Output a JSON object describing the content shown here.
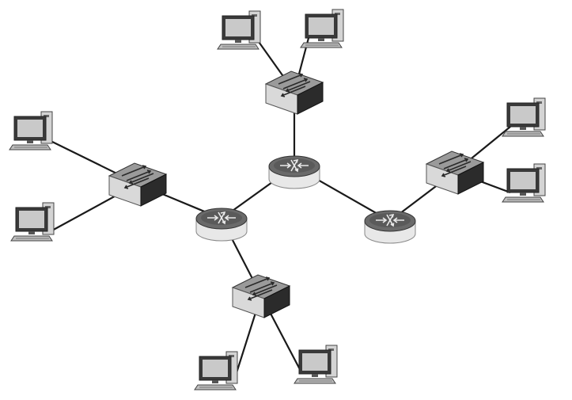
{
  "diagram": {
    "kind": "network topology",
    "nodes": [
      {
        "id": "router-core",
        "type": "router"
      },
      {
        "id": "router-left",
        "type": "router"
      },
      {
        "id": "router-right",
        "type": "router"
      },
      {
        "id": "switch-top",
        "type": "switch"
      },
      {
        "id": "switch-left",
        "type": "switch"
      },
      {
        "id": "switch-bottom",
        "type": "switch"
      },
      {
        "id": "switch-right",
        "type": "switch"
      },
      {
        "id": "pc-top-1",
        "type": "computer"
      },
      {
        "id": "pc-top-2",
        "type": "computer"
      },
      {
        "id": "pc-left-1",
        "type": "computer"
      },
      {
        "id": "pc-left-2",
        "type": "computer"
      },
      {
        "id": "pc-bottom-1",
        "type": "computer"
      },
      {
        "id": "pc-bottom-2",
        "type": "computer"
      },
      {
        "id": "pc-right-1",
        "type": "computer"
      },
      {
        "id": "pc-right-2",
        "type": "computer"
      }
    ],
    "links": [
      [
        "router-core",
        "switch-top"
      ],
      [
        "router-core",
        "router-left"
      ],
      [
        "router-core",
        "router-right"
      ],
      [
        "router-left",
        "switch-left"
      ],
      [
        "router-left",
        "switch-bottom"
      ],
      [
        "router-right",
        "switch-right"
      ],
      [
        "switch-top",
        "pc-top-1"
      ],
      [
        "switch-top",
        "pc-top-2"
      ],
      [
        "switch-left",
        "pc-left-1"
      ],
      [
        "switch-left",
        "pc-left-2"
      ],
      [
        "switch-bottom",
        "pc-bottom-1"
      ],
      [
        "switch-bottom",
        "pc-bottom-2"
      ],
      [
        "switch-right",
        "pc-right-1"
      ],
      [
        "switch-right",
        "pc-right-2"
      ]
    ],
    "colors": {
      "link": "#1a1a1a",
      "router_top": "#6a6a6a",
      "router_body": "#e8e8e8",
      "switch_top": "#9a9a9a",
      "switch_front": "#d9d9d9",
      "switch_side": "#2b2b2b",
      "screen": "#c9c9c9",
      "monitor": "#3a3a3a"
    },
    "icons": {
      "router": "router-icon",
      "switch": "switch-icon",
      "computer": "computer-icon"
    }
  }
}
